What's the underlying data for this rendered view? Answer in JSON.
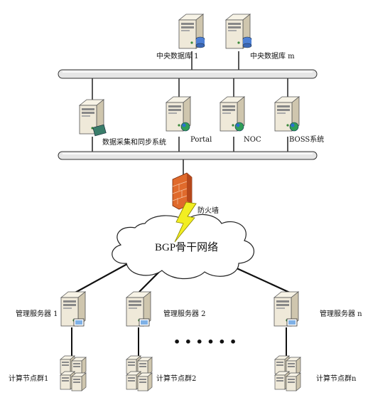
{
  "central_dbs": [
    {
      "label": "中央数据库 1"
    },
    {
      "label": "中央数据库 m"
    }
  ],
  "systems": [
    {
      "label": "数据采集和同步系统"
    },
    {
      "label": "Portal"
    },
    {
      "label": "NOC"
    },
    {
      "label": "BOSS系统"
    }
  ],
  "firewall": {
    "label": "防火墙"
  },
  "cloud": {
    "label": "BGP骨干网络"
  },
  "managers": [
    {
      "label": "管理服务器 1"
    },
    {
      "label": "管理服务器 2"
    },
    {
      "label": "管理服务器 n"
    }
  ],
  "clusters": [
    {
      "label": "计算节点群1"
    },
    {
      "label": "计算节点群2"
    },
    {
      "label": "计算节点群n"
    }
  ],
  "ellipsis": "• • • • • •",
  "colors": {
    "bus_fill": "#e6e6e6",
    "bus_stroke": "#333333",
    "server_body": "#efe9d9",
    "server_side": "#cfc6ae",
    "firewall": "#e06a2c",
    "lightning": "#f2ee22"
  }
}
